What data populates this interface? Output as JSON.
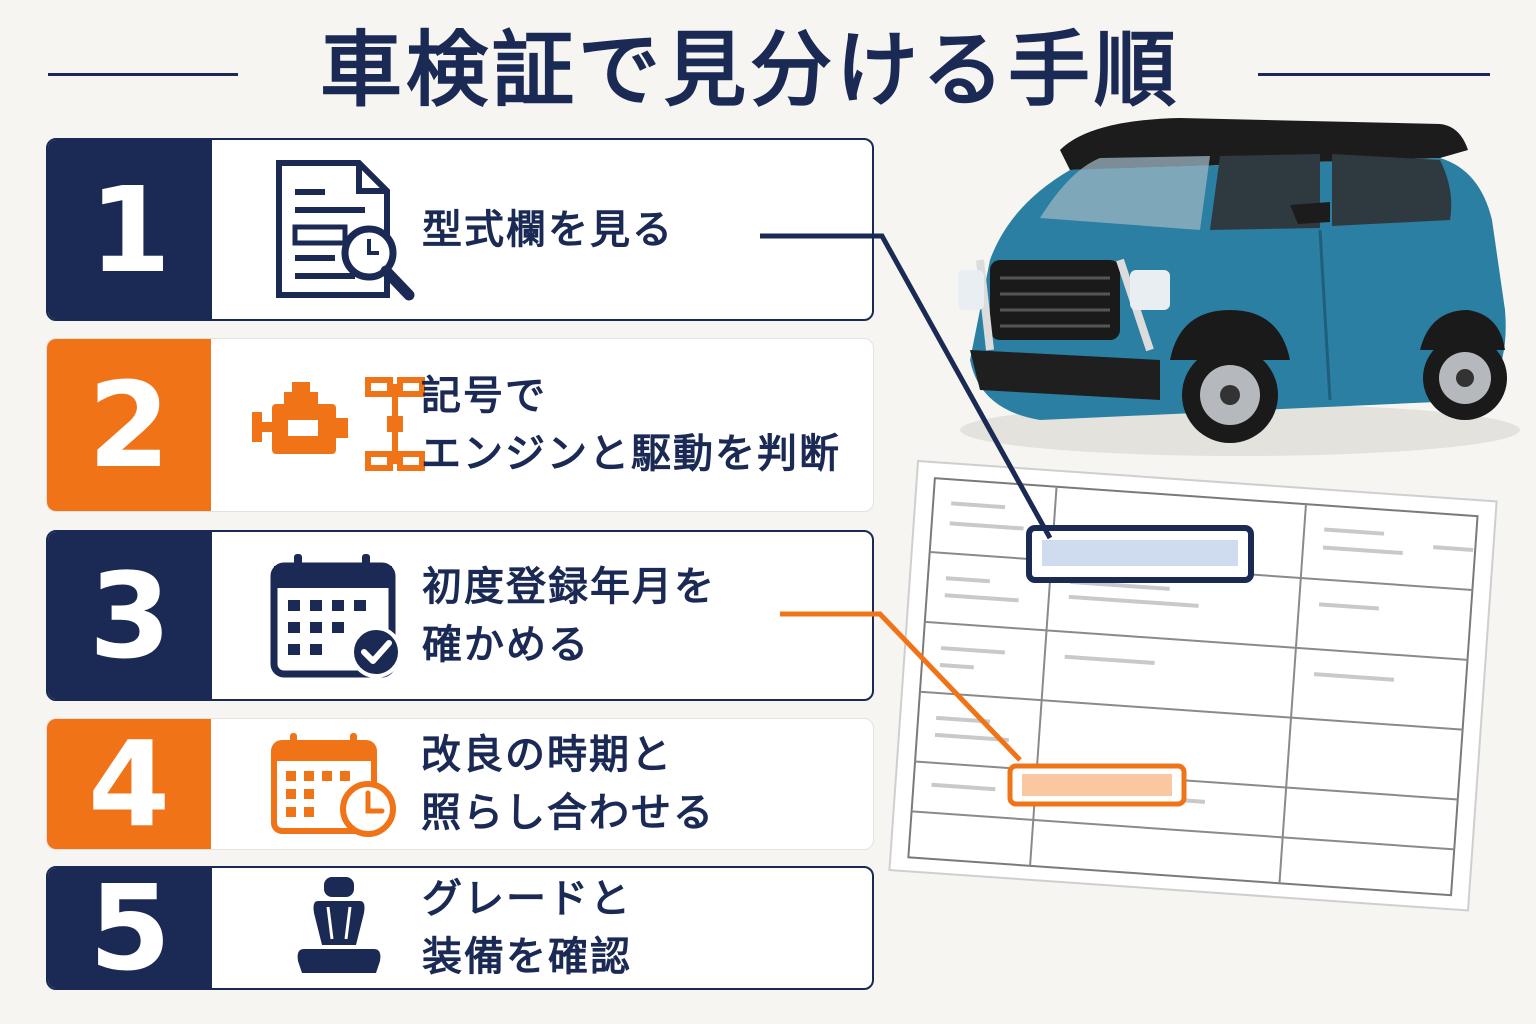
{
  "title": "車検証で見分ける手順",
  "steps": [
    {
      "number": "1",
      "lines": [
        "型式欄を見る"
      ],
      "icon": "document-search-icon",
      "color": "navy"
    },
    {
      "number": "2",
      "lines": [
        "記号で",
        "エンジンと駆動を判断"
      ],
      "icon": "engine-drivetrain-icon",
      "color": "orange"
    },
    {
      "number": "3",
      "lines": [
        "初度登録年月を",
        "確かめる"
      ],
      "icon": "calendar-check-icon",
      "color": "navy"
    },
    {
      "number": "4",
      "lines": [
        "改良の時期と",
        "照らし合わせる"
      ],
      "icon": "calendar-clock-icon",
      "color": "orange"
    },
    {
      "number": "5",
      "lines": [
        "グレードと",
        "装備を確認"
      ],
      "icon": "car-seat-icon",
      "color": "navy"
    }
  ],
  "colors": {
    "navy": "#1b2a55",
    "orange": "#f07318",
    "car_body": "#2a7fa3"
  }
}
